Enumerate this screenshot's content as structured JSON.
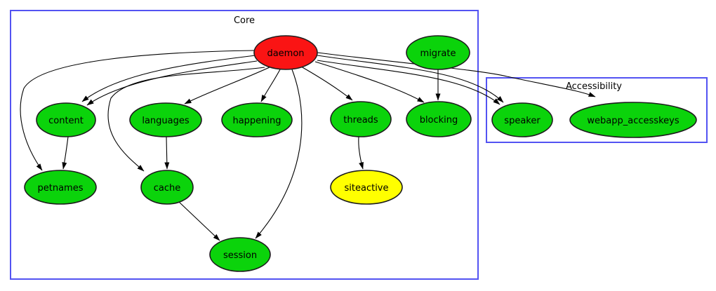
{
  "clusters": {
    "core": {
      "label": "Core"
    },
    "accessibility": {
      "label": "Accessibility"
    }
  },
  "nodes": {
    "daemon": {
      "label": "daemon",
      "fill": "#fa1414"
    },
    "migrate": {
      "label": "migrate",
      "fill": "#0bd30b"
    },
    "content": {
      "label": "content",
      "fill": "#0bd30b"
    },
    "languages": {
      "label": "languages",
      "fill": "#0bd30b"
    },
    "happening": {
      "label": "happening",
      "fill": "#0bd30b"
    },
    "threads": {
      "label": "threads",
      "fill": "#0bd30b"
    },
    "blocking": {
      "label": "blocking",
      "fill": "#0bd30b"
    },
    "speaker": {
      "label": "speaker",
      "fill": "#0bd30b"
    },
    "webapp_accesskeys": {
      "label": "webapp_accesskeys",
      "fill": "#0bd30b"
    },
    "petnames": {
      "label": "petnames",
      "fill": "#0bd30b"
    },
    "cache": {
      "label": "cache",
      "fill": "#0bd30b"
    },
    "siteactive": {
      "label": "siteactive",
      "fill": "#ffff00"
    },
    "session": {
      "label": "session",
      "fill": "#0bd30b"
    }
  },
  "edges": [
    {
      "from": "daemon",
      "to": "content"
    },
    {
      "from": "daemon",
      "to": "content"
    },
    {
      "from": "daemon",
      "to": "petnames"
    },
    {
      "from": "daemon",
      "to": "cache"
    },
    {
      "from": "daemon",
      "to": "languages"
    },
    {
      "from": "daemon",
      "to": "happening"
    },
    {
      "from": "daemon",
      "to": "threads"
    },
    {
      "from": "daemon",
      "to": "blocking"
    },
    {
      "from": "daemon",
      "to": "session"
    },
    {
      "from": "daemon",
      "to": "speaker"
    },
    {
      "from": "daemon",
      "to": "speaker"
    },
    {
      "from": "daemon",
      "to": "webapp_accesskeys"
    },
    {
      "from": "migrate",
      "to": "blocking"
    },
    {
      "from": "content",
      "to": "petnames"
    },
    {
      "from": "languages",
      "to": "cache"
    },
    {
      "from": "cache",
      "to": "session"
    },
    {
      "from": "threads",
      "to": "siteactive"
    }
  ],
  "colors": {
    "cluster_border": "#5353f2",
    "edge": "#000000",
    "node_green": "#0bd30b",
    "node_red": "#fa1414",
    "node_yellow": "#ffff00"
  }
}
